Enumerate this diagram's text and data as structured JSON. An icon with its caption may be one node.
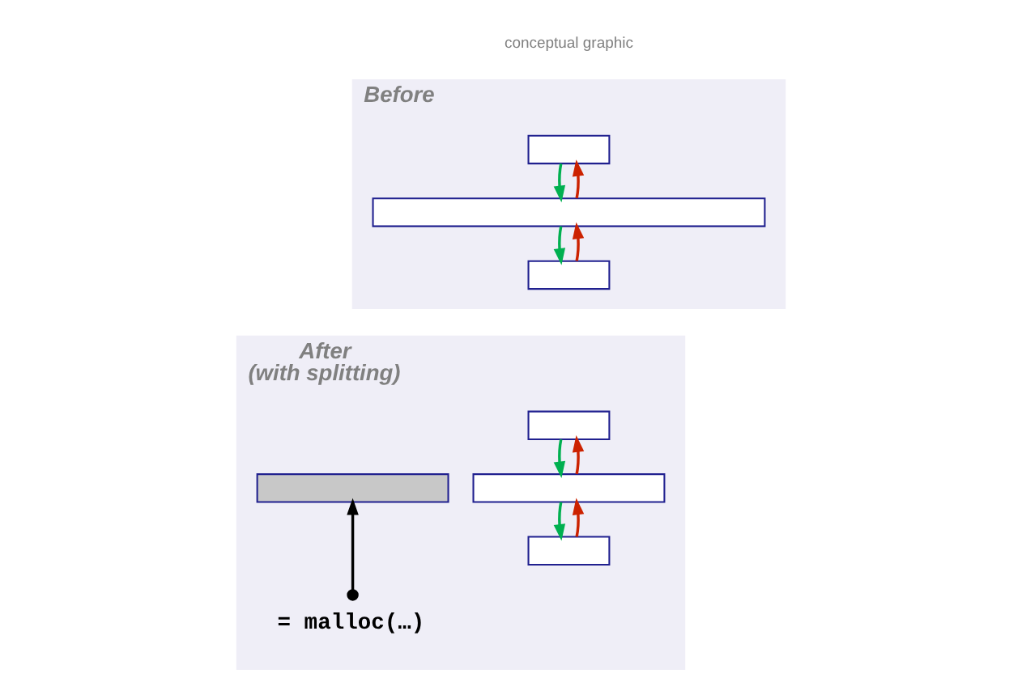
{
  "diagram": {
    "nodes": [
      {
        "text": [
          "Before"
        ]
      },
      {
        "text": [],
        "shape": "box",
        "in": 0
      },
      {
        "text": [],
        "shape": "box",
        "in": 0
      },
      {
        "text": [],
        "shape": "box",
        "in": 0
      },
      {
        "text": [
          "After",
          "(with splitting)"
        ]
      },
      {
        "text": [],
        "shape": "box",
        "in": 4
      },
      {
        "text": [],
        "shape": "box",
        "in": 4
      },
      {
        "text": [],
        "shape": "box",
        "in": 4
      },
      {
        "text": [],
        "shape": "box",
        "in": 4
      },
      {
        "text": [
          "= malloc(…)"
        ],
        "in": 4
      }
    ],
    "edges": [
      {
        "from": 1,
        "to": 2,
        "arrow": "to",
        "color": "#00b050"
      },
      {
        "from": 2,
        "to": 3,
        "arrow": "to",
        "color": "#00b050"
      },
      {
        "from": 3,
        "to": 2,
        "arrow": "to",
        "color": "#cc2200"
      },
      {
        "from": 2,
        "to": 1,
        "arrow": "to",
        "color": "#cc2200"
      },
      {
        "from": 5,
        "to": 7,
        "arrow": "to",
        "color": "#00b050"
      },
      {
        "from": 7,
        "to": 8,
        "arrow": "to",
        "color": "#00b050"
      },
      {
        "from": 8,
        "to": 7,
        "arrow": "to",
        "color": "#cc2200"
      },
      {
        "from": 7,
        "to": 5,
        "arrow": "to",
        "color": "#cc2200"
      },
      {
        "from": 9,
        "to": 6,
        "arrow": "to",
        "color": "#000000"
      }
    ],
    "labels": [
      "conceptual graphic"
    ]
  }
}
